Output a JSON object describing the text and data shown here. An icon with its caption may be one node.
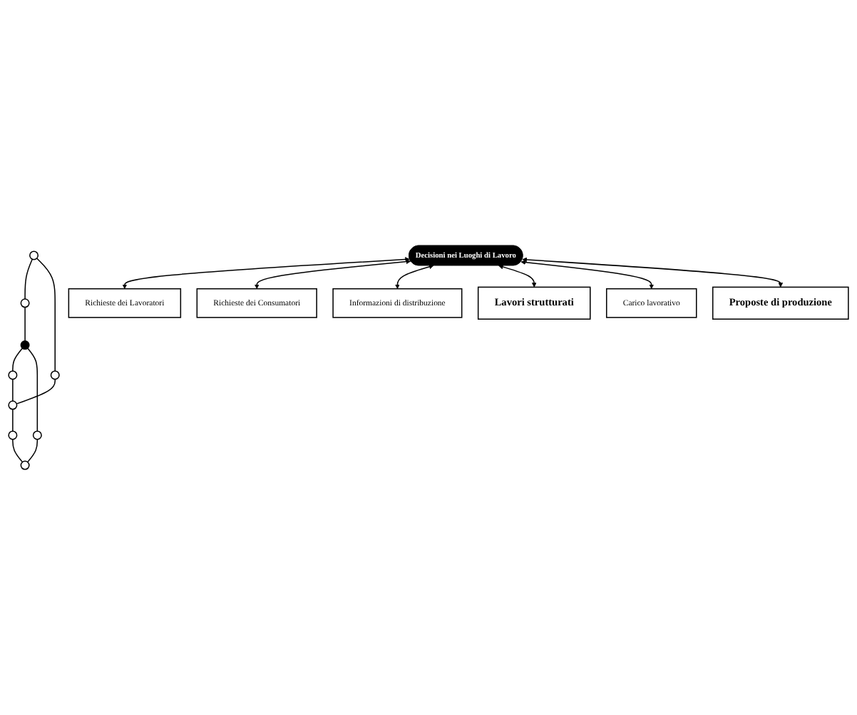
{
  "diagram": {
    "nodes": [
      {
        "text": [],
        "shape": "circle"
      },
      {
        "text": [],
        "shape": "circle"
      },
      {
        "text": [],
        "shape": "circle"
      },
      {
        "text": [],
        "shape": "circle"
      },
      {
        "text": [],
        "shape": "circle"
      },
      {
        "text": [],
        "shape": "circle"
      },
      {
        "text": [],
        "shape": "circle"
      },
      {
        "text": [],
        "shape": "circle"
      },
      {
        "text": [],
        "shape": "circle"
      },
      {
        "text": [
          "Richieste dei Lavoratori"
        ]
      },
      {
        "text": [
          "Richieste dei Consumatori"
        ]
      },
      {
        "text": [
          "Informazioni di distribuzione"
        ]
      },
      {
        "text": [
          "Decisioni nei Luoghi di Lavoro"
        ]
      },
      {
        "text": [
          "Lavori strutturati"
        ]
      },
      {
        "text": [
          "Carico lavorativo"
        ]
      },
      {
        "text": [
          "Proposte di produzione"
        ]
      }
    ],
    "edges": [
      {
        "from": 0,
        "to": 1,
        "arrow": "none"
      },
      {
        "from": 0,
        "to": 2,
        "arrow": "none"
      },
      {
        "from": 1,
        "to": 3,
        "arrow": "none"
      },
      {
        "from": 2,
        "to": 5,
        "arrow": "none"
      },
      {
        "from": 3,
        "to": 4,
        "arrow": "none"
      },
      {
        "from": 4,
        "to": 5,
        "arrow": "none"
      },
      {
        "from": 3,
        "to": 6,
        "arrow": "none"
      },
      {
        "from": 5,
        "to": 7,
        "arrow": "none"
      },
      {
        "from": 6,
        "to": 8,
        "arrow": "none"
      },
      {
        "from": 7,
        "to": 8,
        "arrow": "none"
      },
      {
        "from": 12,
        "to": 9,
        "arrow": "both"
      },
      {
        "from": 12,
        "to": 10,
        "arrow": "both"
      },
      {
        "from": 12,
        "to": 11,
        "arrow": "both"
      },
      {
        "from": 12,
        "to": 13,
        "arrow": "both"
      },
      {
        "from": 12,
        "to": 14,
        "arrow": "both"
      },
      {
        "from": 12,
        "to": 15,
        "arrow": "both"
      }
    ]
  }
}
